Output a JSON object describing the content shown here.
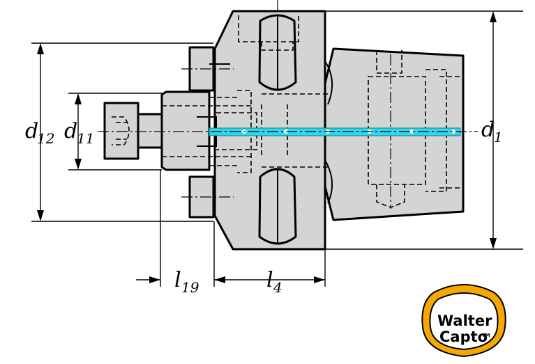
{
  "dimensions": {
    "d12": {
      "symbol": "d",
      "subscript": "12"
    },
    "d11": {
      "symbol": "d",
      "subscript": "11"
    },
    "d1": {
      "symbol": "d",
      "subscript": "1"
    },
    "l19": {
      "symbol": "l",
      "subscript": "19"
    },
    "l4": {
      "symbol": "l",
      "subscript": "4"
    }
  },
  "logo": {
    "line1": "Walter",
    "line2": "Capto",
    "trademark": "TM",
    "ring_color": "#f5a800"
  },
  "colors": {
    "body_fill": "#d4d4d4",
    "coolant_channel": "#33d6e8"
  }
}
